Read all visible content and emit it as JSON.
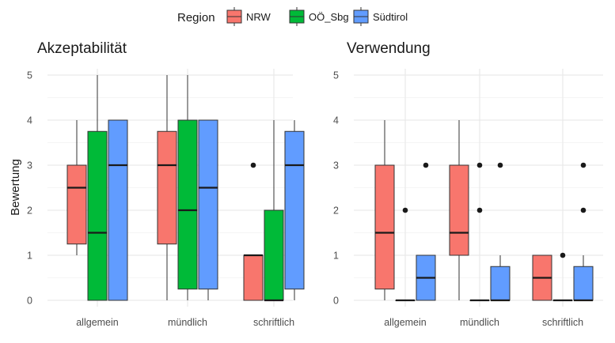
{
  "legend": {
    "title": "Region",
    "entries": [
      {
        "name": "NRW",
        "color": "#F8766D"
      },
      {
        "name": "OÖ_Sbg",
        "color": "#00BA38"
      },
      {
        "name": "Südtirol",
        "color": "#619CFF"
      }
    ],
    "placement": "top"
  },
  "y_axis_label": "Bewertung",
  "chart_data": [
    {
      "type": "boxplot",
      "title": "Akzeptabilität",
      "categories": [
        "allgemein",
        "mündlich",
        "schriftlich"
      ],
      "ylim": [
        0,
        5
      ],
      "yticks": [
        0,
        1,
        2,
        3,
        4,
        5
      ],
      "ylabel": "Bewertung",
      "grid": true,
      "series": [
        {
          "name": "NRW",
          "boxes": [
            {
              "min": 1,
              "q1": 1.25,
              "median": 2.5,
              "q3": 3,
              "max": 4,
              "outliers": []
            },
            {
              "min": 0,
              "q1": 1.25,
              "median": 3,
              "q3": 3.75,
              "max": 5,
              "outliers": []
            },
            {
              "min": 0,
              "q1": 0,
              "median": 1,
              "q3": 1,
              "max": 1,
              "outliers": [
                3
              ]
            }
          ]
        },
        {
          "name": "OÖ_Sbg",
          "boxes": [
            {
              "min": 0,
              "q1": 0,
              "median": 1.5,
              "q3": 3.75,
              "max": 5,
              "outliers": []
            },
            {
              "min": 0,
              "q1": 0.25,
              "median": 2,
              "q3": 4,
              "max": 5,
              "outliers": []
            },
            {
              "min": 0,
              "q1": 0,
              "median": 0,
              "q3": 2,
              "max": 4,
              "outliers": []
            }
          ]
        },
        {
          "name": "Südtirol",
          "boxes": [
            {
              "min": 0,
              "q1": 0,
              "median": 3,
              "q3": 4,
              "max": 4,
              "outliers": []
            },
            {
              "min": 0,
              "q1": 0.25,
              "median": 2.5,
              "q3": 4,
              "max": 4,
              "outliers": []
            },
            {
              "min": 0,
              "q1": 0.25,
              "median": 3,
              "q3": 3.75,
              "max": 4,
              "outliers": []
            }
          ]
        }
      ]
    },
    {
      "type": "boxplot",
      "title": "Verwendung",
      "categories": [
        "allgemein",
        "mündlich",
        "schriftlich"
      ],
      "ylim": [
        0,
        5
      ],
      "yticks": [
        0,
        1,
        2,
        3,
        4,
        5
      ],
      "ylabel": "",
      "grid": true,
      "series": [
        {
          "name": "NRW",
          "boxes": [
            {
              "min": 0,
              "q1": 0.25,
              "median": 1.5,
              "q3": 3,
              "max": 4,
              "outliers": []
            },
            {
              "min": 0,
              "q1": 1,
              "median": 1.5,
              "q3": 3,
              "max": 4,
              "outliers": []
            },
            {
              "min": 0,
              "q1": 0,
              "median": 0.5,
              "q3": 1,
              "max": 1,
              "outliers": []
            }
          ]
        },
        {
          "name": "OÖ_Sbg",
          "boxes": [
            {
              "min": 0,
              "q1": 0,
              "median": 0,
              "q3": 0,
              "max": 0,
              "outliers": [
                2
              ]
            },
            {
              "min": 0,
              "q1": 0,
              "median": 0,
              "q3": 0,
              "max": 0,
              "outliers": [
                2,
                3
              ]
            },
            {
              "min": 0,
              "q1": 0,
              "median": 0,
              "q3": 0,
              "max": 0,
              "outliers": [
                1
              ]
            }
          ]
        },
        {
          "name": "Südtirol",
          "boxes": [
            {
              "min": 0,
              "q1": 0,
              "median": 0.5,
              "q3": 1,
              "max": 1,
              "outliers": [
                3
              ]
            },
            {
              "min": 0,
              "q1": 0,
              "median": 0,
              "q3": 0.75,
              "max": 1,
              "outliers": [
                3
              ]
            },
            {
              "min": 0,
              "q1": 0,
              "median": 0,
              "q3": 0.75,
              "max": 1,
              "outliers": [
                2,
                3
              ]
            }
          ]
        }
      ]
    }
  ]
}
